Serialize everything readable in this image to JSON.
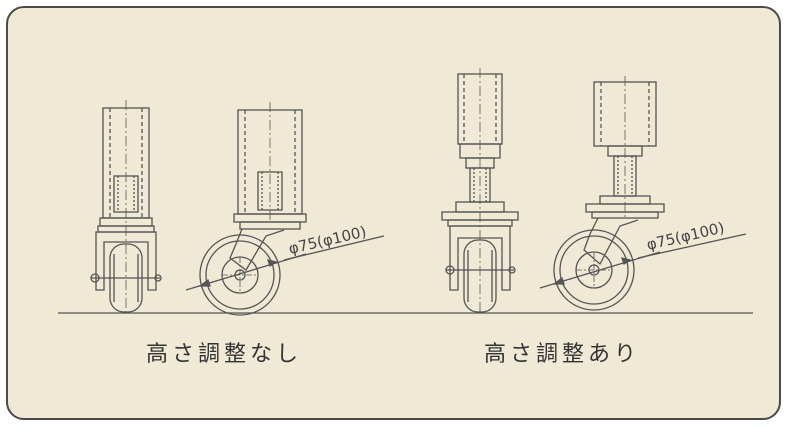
{
  "captions": {
    "without_adjustment": "高さ調整なし",
    "with_adjustment": "高さ調整あり"
  },
  "dimensions": {
    "wheel_diameter_left": "φ75(φ100)",
    "wheel_diameter_right": "φ75(φ100)"
  },
  "colors": {
    "panel_background": "#efe9d6",
    "panel_border": "#4a4a4a",
    "line": "#555555"
  }
}
